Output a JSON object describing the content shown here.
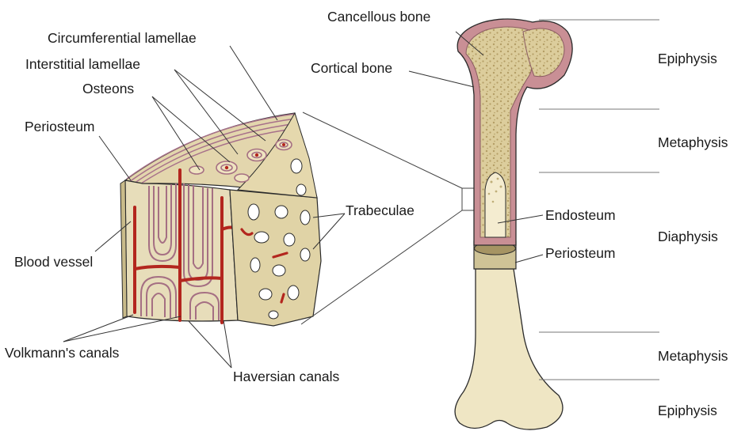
{
  "labels": {
    "circumferential_lamellae": "Circumferential lamellae",
    "interstitial_lamellae": "Interstitial lamellae",
    "osteons": "Osteons",
    "periosteum_left": "Periosteum",
    "blood_vessel": "Blood vessel",
    "volkmanns_canals": "Volkmann's canals",
    "haversian_canals": "Haversian canals",
    "trabeculae": "Trabeculae",
    "cancellous_bone": "Cancellous bone",
    "cortical_bone": "Cortical bone",
    "endosteum": "Endosteum",
    "periosteum_right": "Periosteum"
  },
  "regions": {
    "epiphysis_top": "Epiphysis",
    "metaphysis_top": "Metaphysis",
    "diaphysis": "Diaphysis",
    "metaphysis_bottom": "Metaphysis",
    "epiphysis_bottom": "Epiphysis"
  },
  "colors": {
    "bone_tan": "#e6dcb6",
    "spongy": "#d8c99a",
    "cortical_pink": "#c98f95",
    "vessel_red": "#b3261e",
    "outline": "#2b2b2b",
    "shaft_cream": "#efe6c4"
  }
}
